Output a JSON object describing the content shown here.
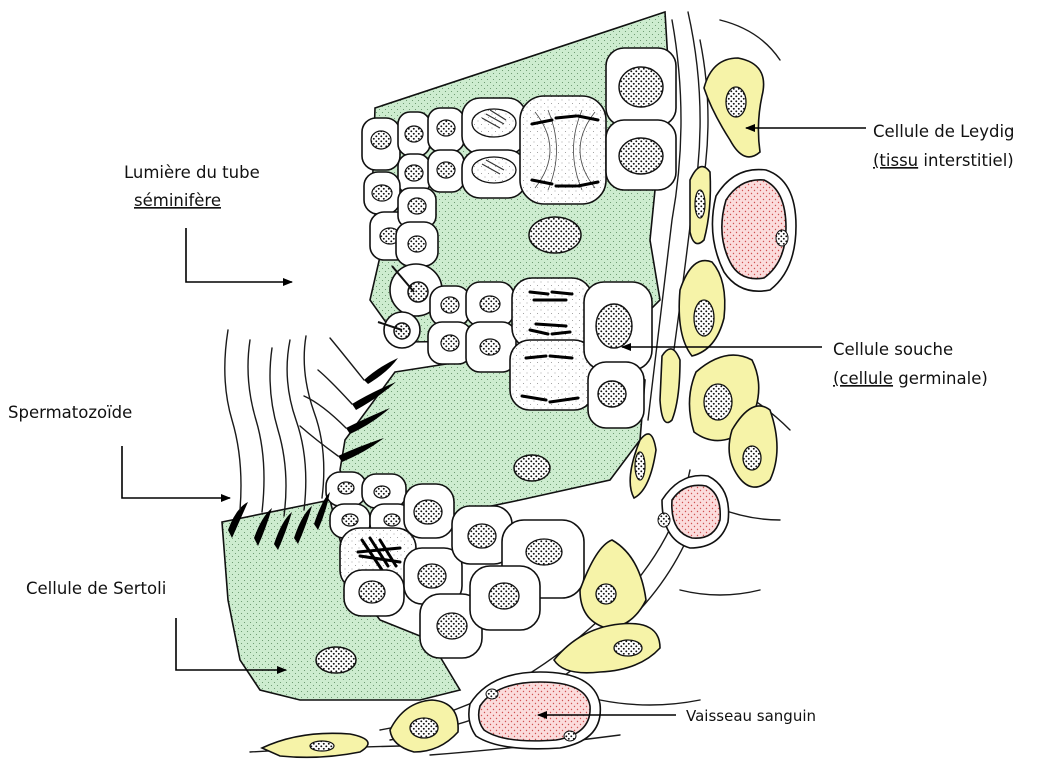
{
  "labels": {
    "lumen_line1": "Lumière du tube",
    "lumen_line2": "séminifère",
    "leydig_line1": "Cellule de Leydig",
    "leydig_line2_a": "(tissu",
    "leydig_line2_b": " interstitiel)",
    "stem_line1": "Cellule souche",
    "stem_line2_a": "(cellule",
    "stem_line2_b": " germinale)",
    "sperm": "Spermatozoïde",
    "sertoli": "Cellule de Sertoli",
    "vessel": "Vaisseau sanguin"
  },
  "colors": {
    "sertoli_green": "#cdeccf",
    "leydig_yellow": "#f6f3a8",
    "blood_red": "#fbdcdc",
    "outline": "#111111",
    "underline": "#41a853"
  }
}
